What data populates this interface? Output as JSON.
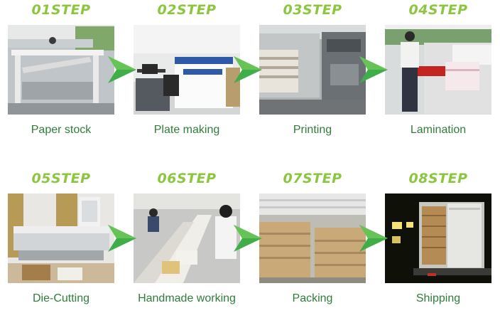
{
  "steps": [
    {
      "label": "01STEP",
      "caption": "Paper stock"
    },
    {
      "label": "02STEP",
      "caption": "Plate making"
    },
    {
      "label": "03STEP",
      "caption": "Printing"
    },
    {
      "label": "04STEP",
      "caption": "Lamination"
    },
    {
      "label": "05STEP",
      "caption": "Die-Cutting"
    },
    {
      "label": "06STEP",
      "caption": "Handmade working"
    },
    {
      "label": "07STEP",
      "caption": "Packing"
    },
    {
      "label": "08STEP",
      "caption": "Shipping"
    }
  ],
  "colors": {
    "step_title": "#8cc63f",
    "caption": "#2f7d3a",
    "arrow": "#3fae49"
  }
}
